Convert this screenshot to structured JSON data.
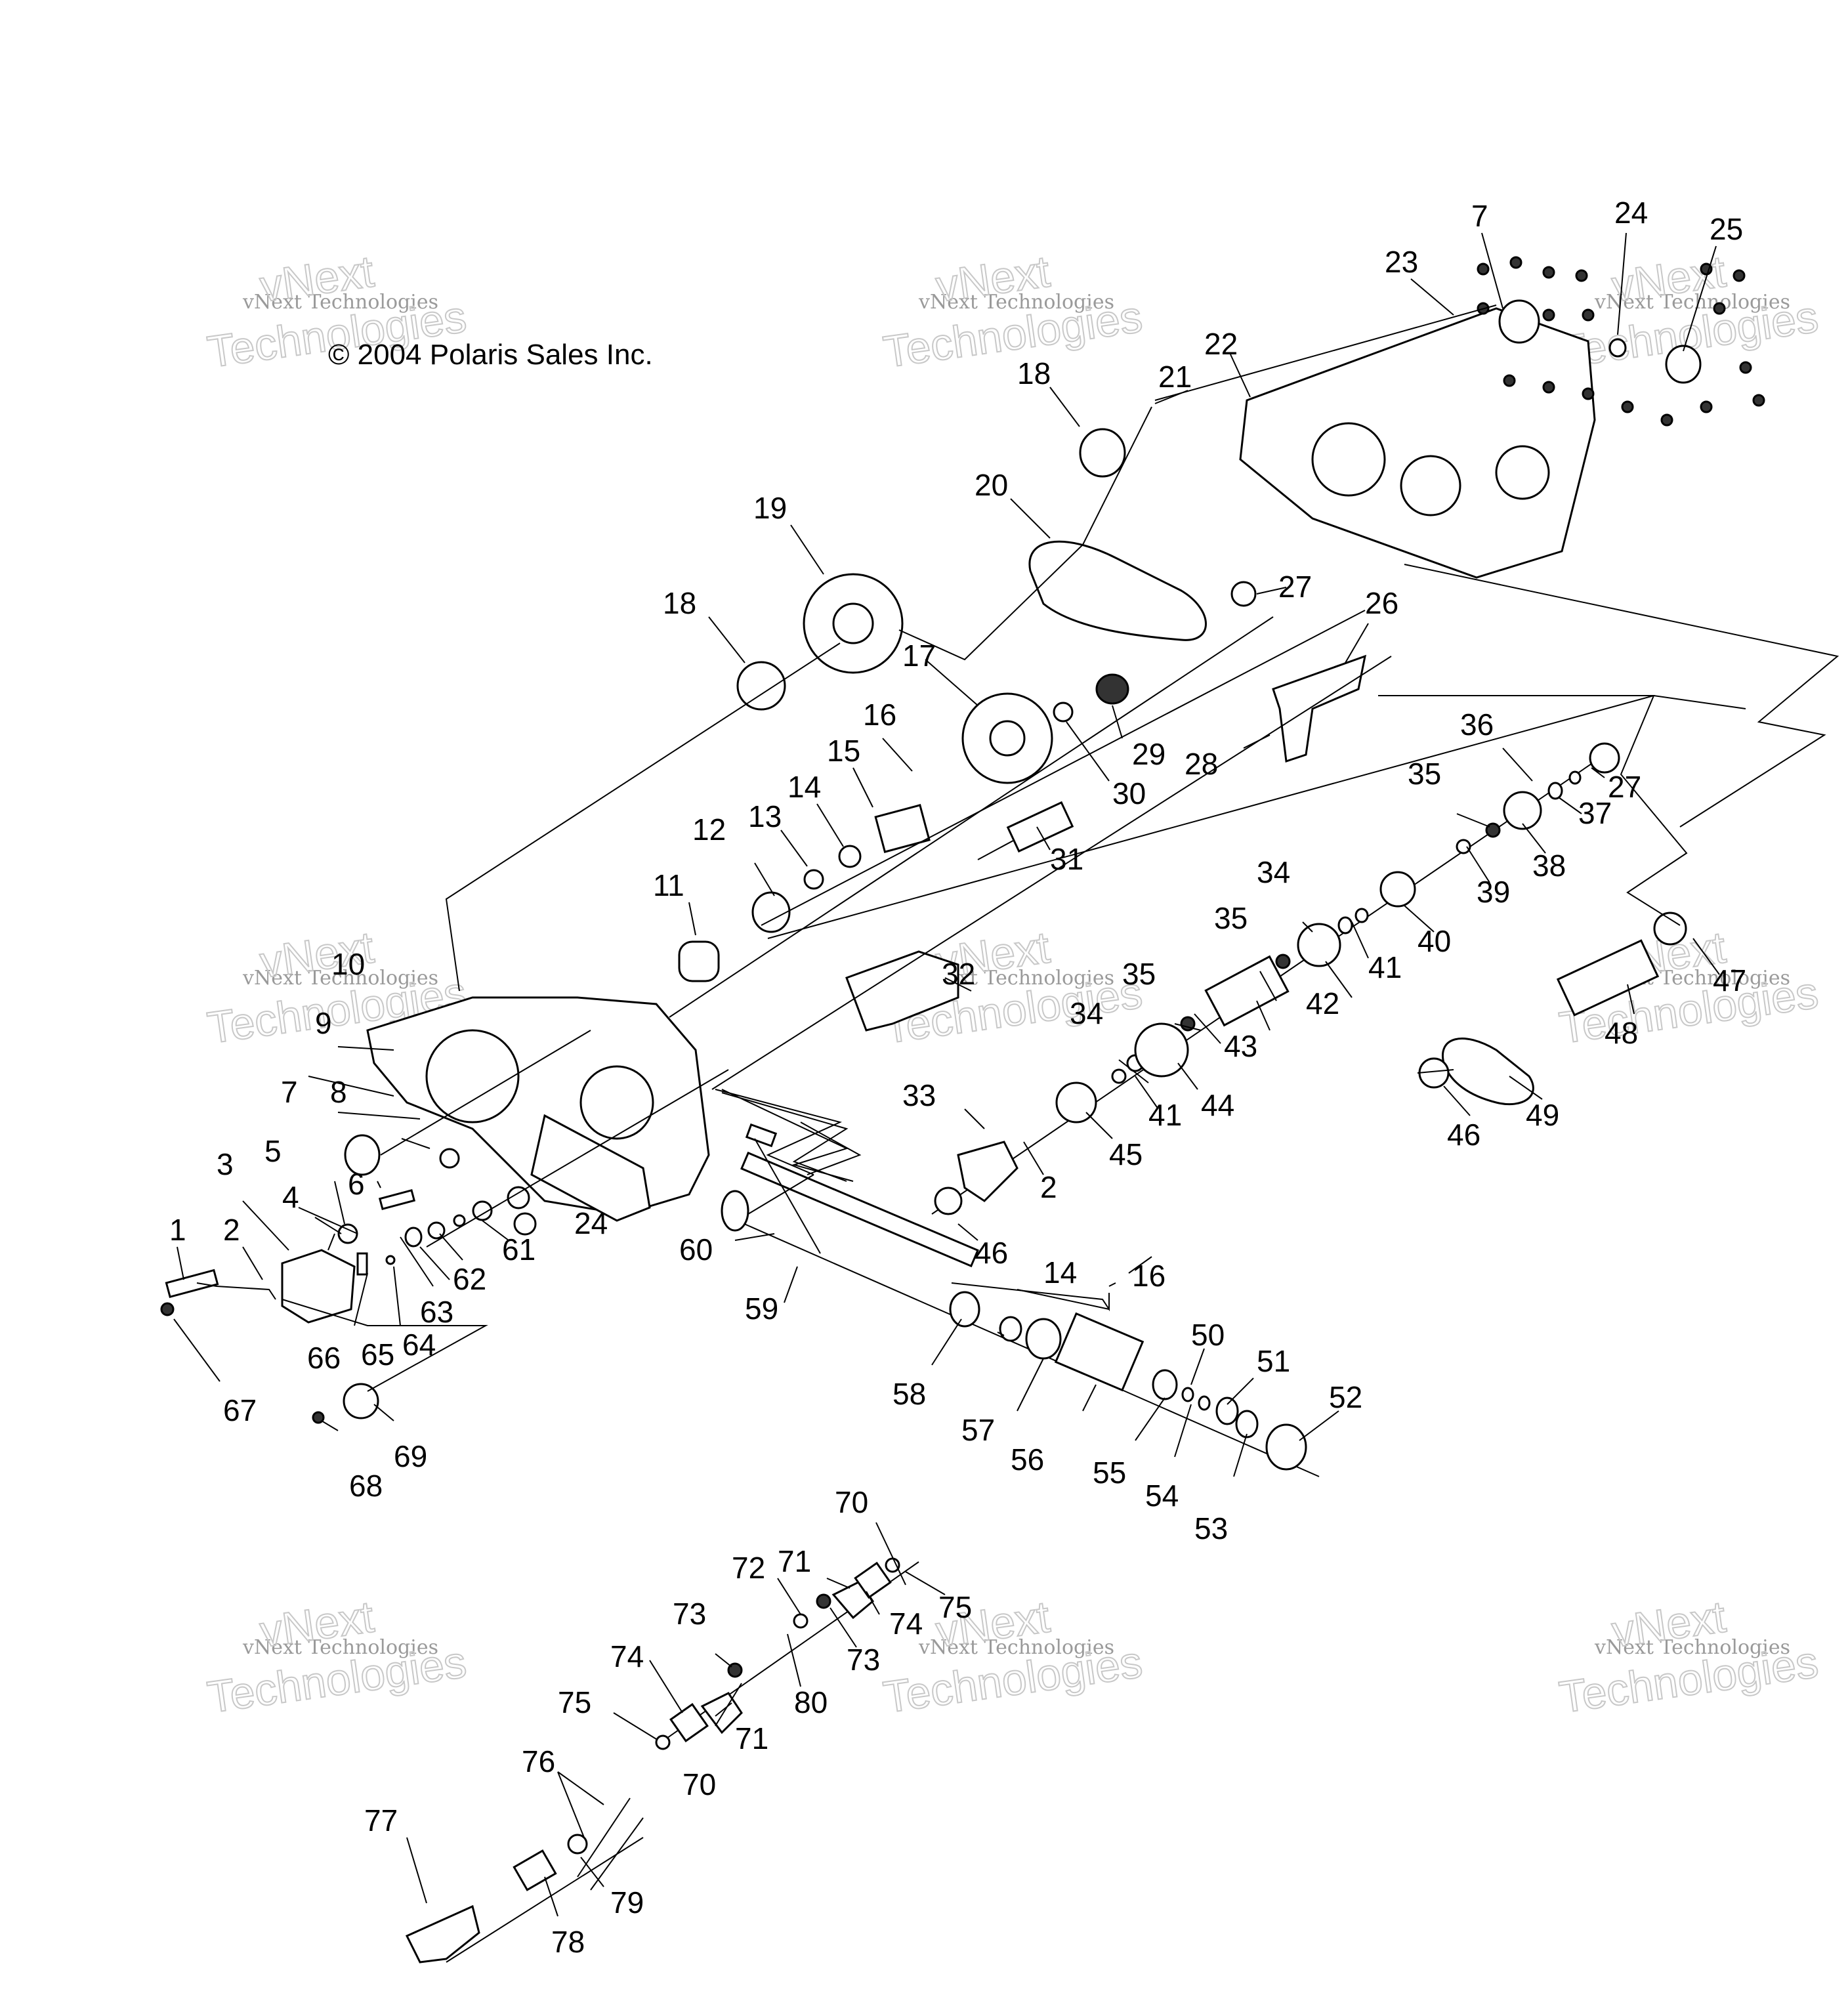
{
  "copyright": "© 2004 Polaris Sales Inc.",
  "watermark": {
    "line1": "vNext Technologies",
    "line2": "vNext",
    "line3": "Technologies"
  },
  "callouts": [
    "1",
    "2",
    "3",
    "4",
    "5",
    "6",
    "7",
    "8",
    "9",
    "10",
    "11",
    "12",
    "13",
    "14",
    "15",
    "16",
    "17",
    "18",
    "19",
    "20",
    "21",
    "22",
    "23",
    "24",
    "25",
    "26",
    "27",
    "28",
    "29",
    "30",
    "31",
    "32",
    "33",
    "34",
    "35",
    "36",
    "37",
    "38",
    "39",
    "40",
    "41",
    "42",
    "43",
    "44",
    "45",
    "46",
    "47",
    "48",
    "49",
    "50",
    "51",
    "52",
    "53",
    "54",
    "55",
    "56",
    "57",
    "58",
    "59",
    "60",
    "61",
    "62",
    "63",
    "64",
    "65",
    "66",
    "67",
    "68",
    "69",
    "70",
    "71",
    "72",
    "73",
    "74",
    "75",
    "76",
    "77",
    "78",
    "79",
    "80"
  ]
}
